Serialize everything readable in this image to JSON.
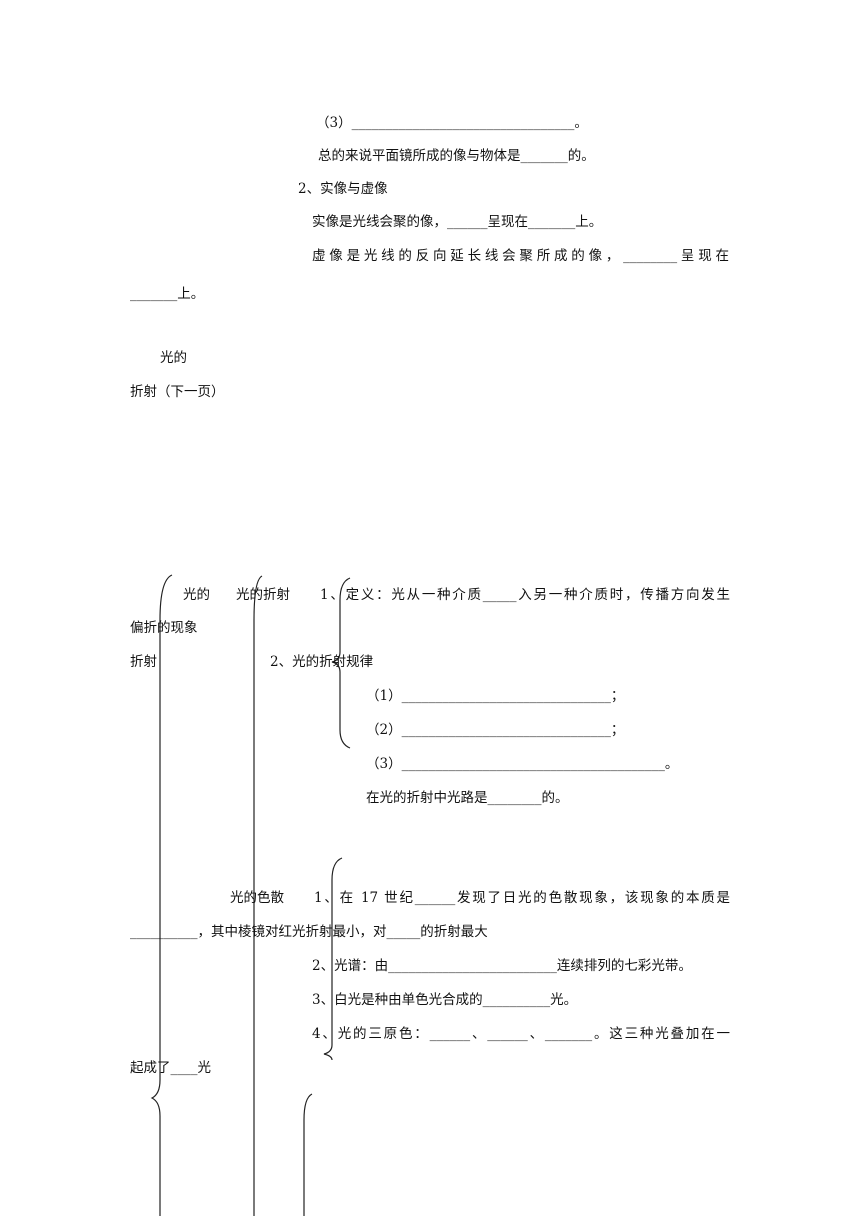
{
  "mirror": {
    "item3": "（3）_________________________________。",
    "summary": "总的来说平面镜所成的像与物体是_______的。",
    "section2_title": "2、实像与虚像",
    "real_image": "实像是光线会聚的像，______呈现在_______上。",
    "virtual_image_line1": "虚像是光线的反向延长线会聚所成的像，________呈现在",
    "virtual_image_line2": "_______上。"
  },
  "refraction_note": {
    "line1": "光的",
    "line2": "折射（下一页）"
  },
  "refraction_section": {
    "main_label_line1": "光的",
    "main_label_line2": "折射",
    "sub_label": "光的折射",
    "item1_line1": "1、定义：光从一种介质_____入另一种介质时，传播方向发生",
    "item1_line2": "偏折的现象",
    "item2": "2、光的折射规律",
    "rule1": "（1）_______________________________；",
    "rule2": "（2）_______________________________；",
    "rule3": "（3）_______________________________________。",
    "path_note": "在光的折射中光路是________的。"
  },
  "dispersion_section": {
    "label": "光的色散",
    "item1_line1": "1、在 17 世纪______发现了日光的色散现象，该现象的本质是",
    "item1_line2": "__________，其中棱镜对红光折射最小，对_____的折射最大",
    "item2": "2、光谱：由_________________________连续排列的七彩光带。",
    "item3": "3、白光是种由单色光合成的__________光。",
    "item4_line1": "4、光的三原色：______、______、_______。这三种光叠加在一",
    "item4_line2": "起成了____光"
  }
}
